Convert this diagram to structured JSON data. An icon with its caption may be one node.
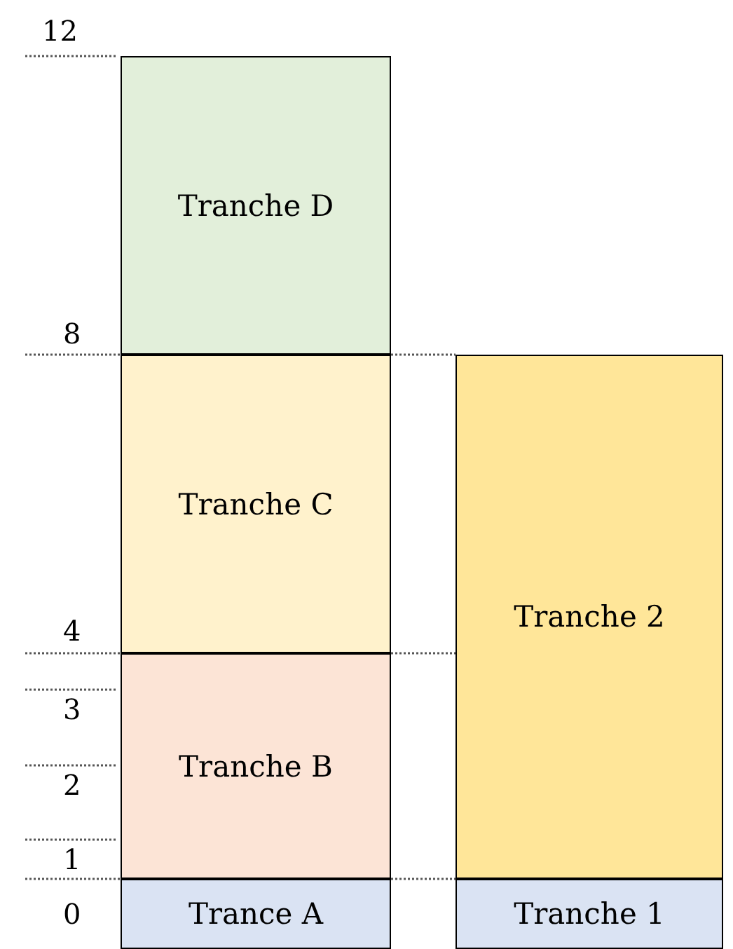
{
  "diagram": {
    "nodes": [
      {
        "text": [
          "Tranche D"
        ]
      },
      {
        "text": [
          "Tranche C"
        ]
      },
      {
        "text": [
          "Tranche 2"
        ]
      },
      {
        "text": [
          "Tranche B"
        ]
      },
      {
        "text": [
          "Trance A"
        ]
      },
      {
        "text": [
          "Tranche 1"
        ]
      }
    ],
    "labels": [
      "12",
      "8",
      "4",
      "3",
      "2",
      "1",
      "0"
    ]
  }
}
